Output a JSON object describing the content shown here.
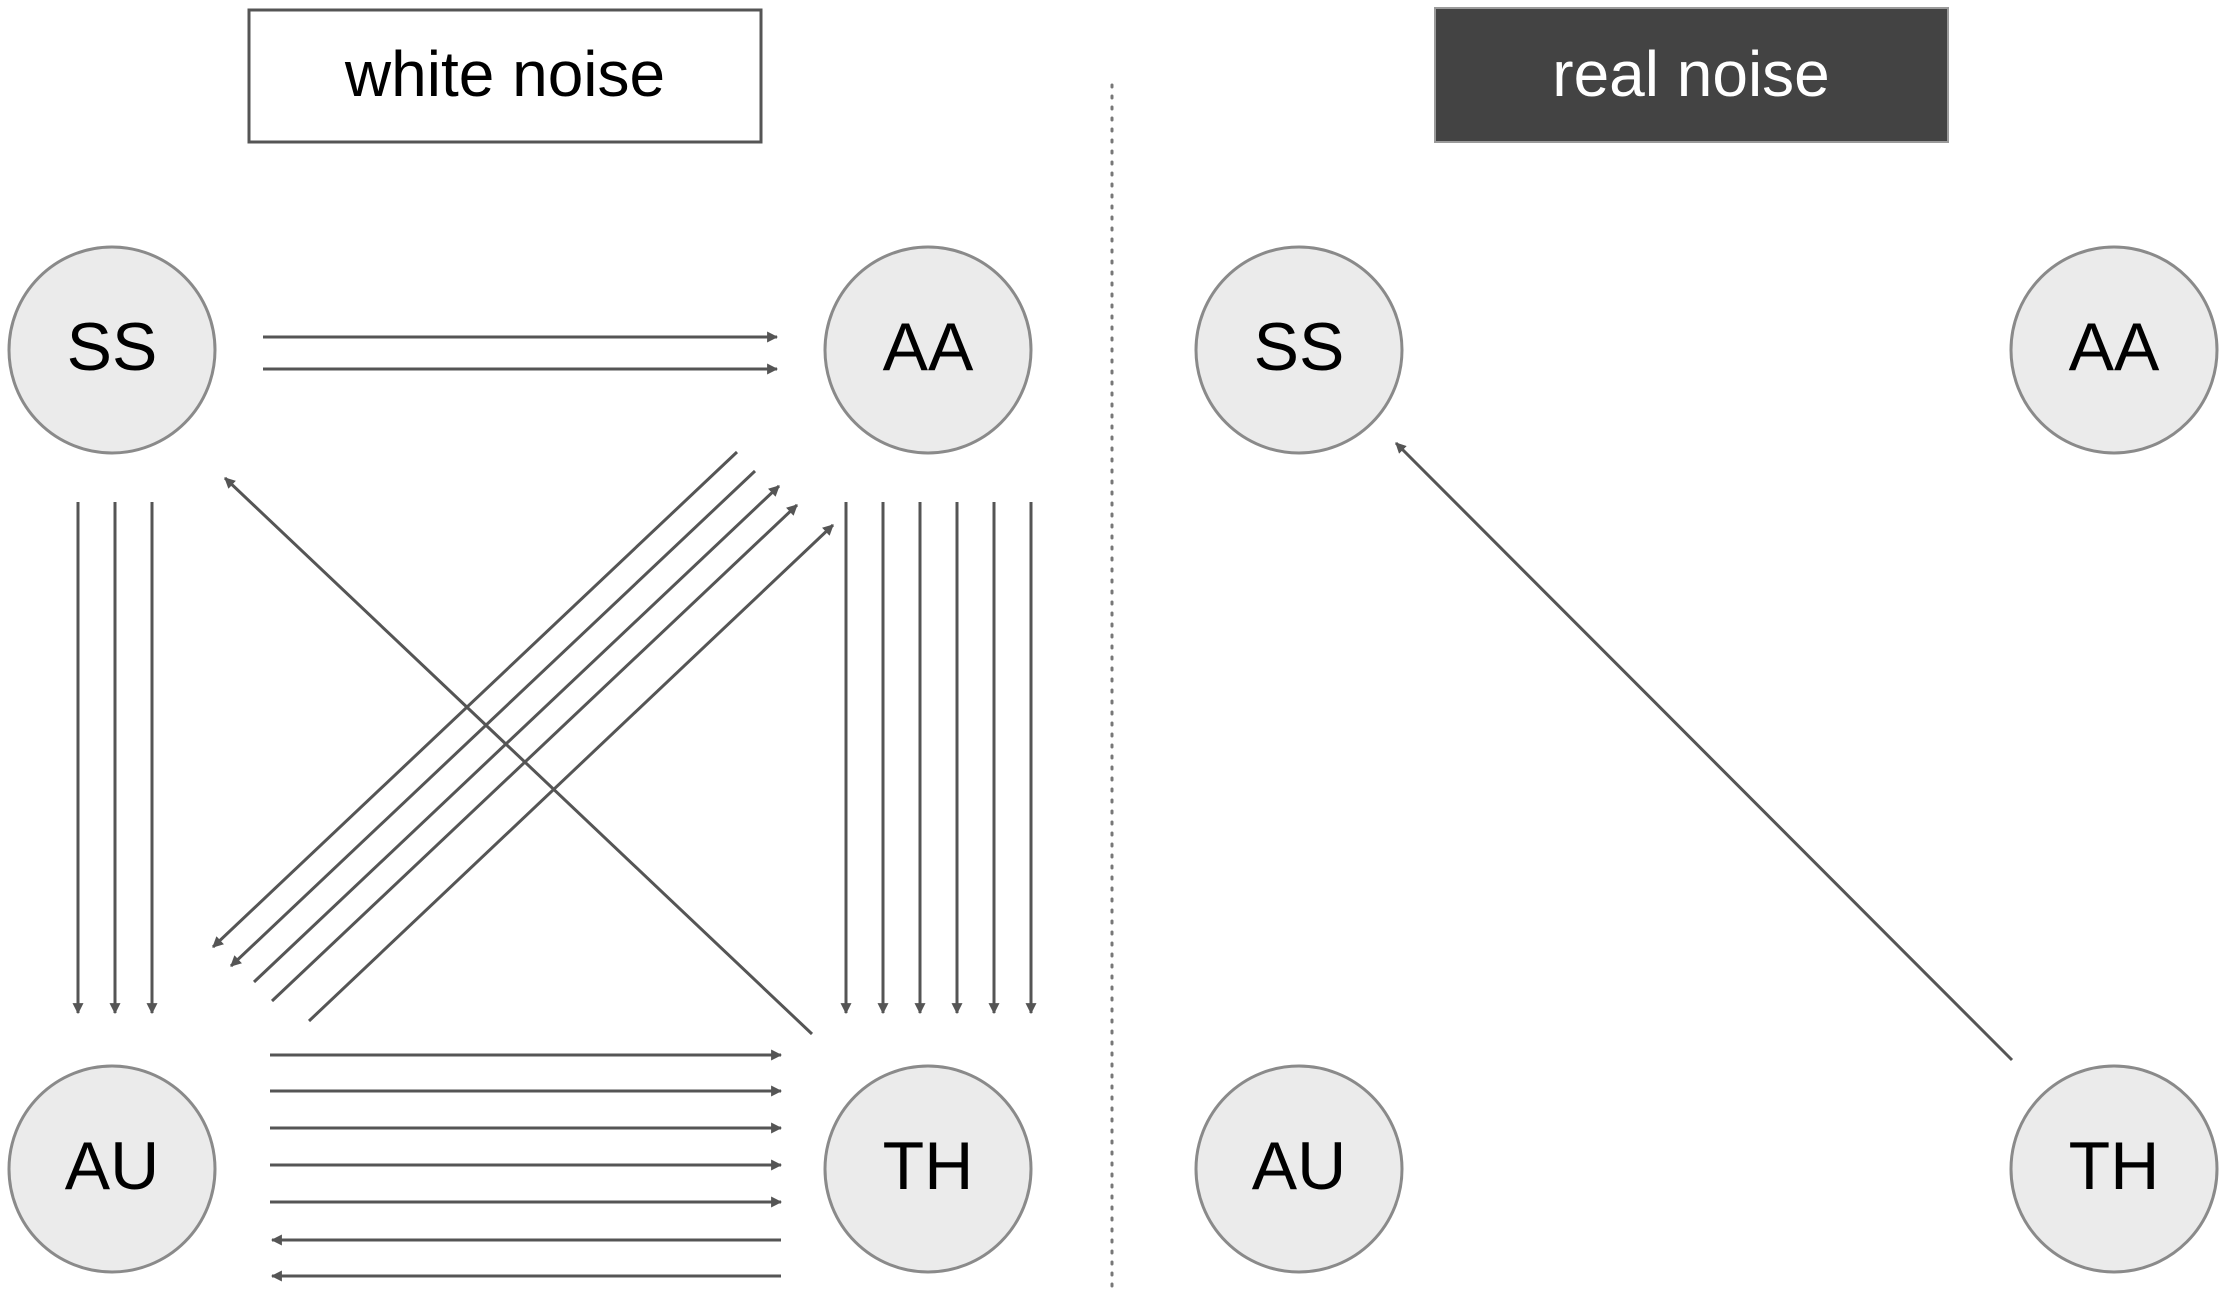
{
  "colors": {
    "background": "#ffffff",
    "node_fill": "#ebebeb",
    "node_stroke": "#8a8a8a",
    "edge": "#555555",
    "text": "#000000",
    "header_dark_fill": "#434343",
    "header_dark_text": "#ffffff",
    "header_light_fill": "#ffffff",
    "header_light_stroke": "#555555",
    "divider": "#777777"
  },
  "panels": [
    {
      "header": "white noise",
      "header_style": "light",
      "nodes": [
        {
          "id": "SS",
          "label": "SS"
        },
        {
          "id": "AA",
          "label": "AA"
        },
        {
          "id": "AU",
          "label": "AU"
        },
        {
          "id": "TH",
          "label": "TH"
        }
      ],
      "edge_groups": [
        {
          "from": "SS",
          "to": "AA",
          "count": 2
        },
        {
          "from": "SS",
          "to": "AU",
          "count": 3
        },
        {
          "from": "AA",
          "to": "TH",
          "count": 6
        },
        {
          "from": "AA",
          "to": "AU",
          "count": 2
        },
        {
          "from": "AU",
          "to": "AA",
          "count": 3
        },
        {
          "from": "AU",
          "to": "TH",
          "count": 5
        },
        {
          "from": "TH",
          "to": "AU",
          "count": 2
        },
        {
          "from": "TH",
          "to": "SS",
          "count": 1
        }
      ]
    },
    {
      "header": "real noise",
      "header_style": "dark",
      "nodes": [
        {
          "id": "SS",
          "label": "SS"
        },
        {
          "id": "AA",
          "label": "AA"
        },
        {
          "id": "AU",
          "label": "AU"
        },
        {
          "id": "TH",
          "label": "TH"
        }
      ],
      "edge_groups": [
        {
          "from": "TH",
          "to": "SS",
          "count": 1
        }
      ]
    }
  ]
}
